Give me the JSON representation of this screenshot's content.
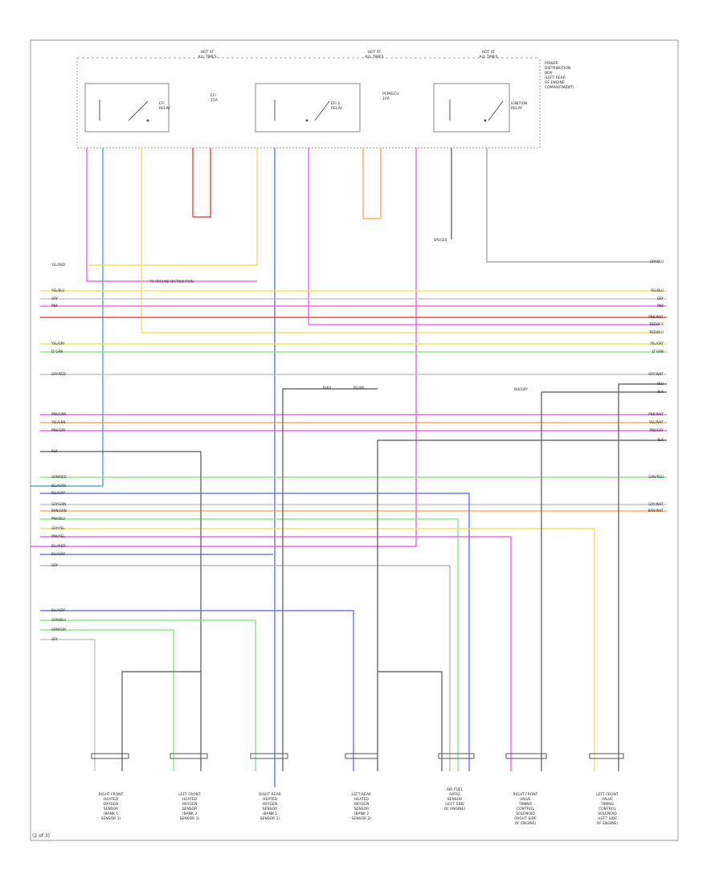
{
  "page_tag": "(2 of 3)",
  "header_labels": [
    {
      "id": "hot-at-all-times-1",
      "line1": "HOT AT",
      "line2": "ALL TIMES"
    },
    {
      "id": "hot-at-all-times-2",
      "line1": "HOT AT",
      "line2": "ALL TIMES"
    },
    {
      "id": "hot-at-all-times-3",
      "line1": "HOT AT",
      "line2": "ALL TIMES"
    }
  ],
  "pcm_block_label": [
    "POWER",
    "DISTRIBUTION",
    "BOX",
    "(LEFT REAR",
    "OF ENGINE",
    "COMPARTMENT)"
  ],
  "relays": [
    {
      "id": "relay-1",
      "label": "EFI",
      "sub": "RELAY"
    },
    {
      "id": "relay-2",
      "label": "EFI 2",
      "sub": "RELAY"
    },
    {
      "id": "relay-3",
      "label": "IGNITION",
      "sub": "RELAY"
    }
  ],
  "fuses": [
    {
      "id": "fuse-1",
      "label": "EFI",
      "sub": "15A"
    },
    {
      "id": "fuse-2",
      "label": "PCM/ECU",
      "sub": "10A"
    }
  ],
  "connector_note": "TO GROUND DISTRIBUTION",
  "splice_note": "SPLICES",
  "left_wire_labels": [
    "YEL/RED",
    "YEL/BLU",
    "GRY",
    "PNK",
    "YEL/GRY",
    "LT GRN",
    "GRY/RED",
    "PNK/GRN",
    "YEL/GRN",
    "PNK/GRY",
    "BLK",
    "GRN/RED",
    "BLU/GRN",
    "BLU/GRY",
    "GRY/GRN",
    "BRN/GRN",
    "PNK/BLU",
    "GRY/YEL",
    "PNK/YEL",
    "BLU/RED",
    "BLU/GRY",
    "GRY",
    "BLU/GRY",
    "GRN/BLU",
    "GRN/GRY",
    "GRY"
  ],
  "right_wire_labels": [
    "GRY/BLU",
    "YEL/BLU",
    "GRY",
    "PNK",
    "PNK/WHT",
    "RED/BLK",
    "RED/BLU",
    "YEL/GRY",
    "LT GRN",
    "GRY/WHT",
    "BLU",
    "BLK",
    "PNK/WHT",
    "YEL/WHT",
    "PNK/GRY",
    "BLK",
    "GRN/RED",
    "GRY/WHT",
    "BRN/WHT"
  ],
  "center_notes": [
    "BLK/L",
    "BLU/W",
    "BLK/GRY"
  ],
  "components": [
    {
      "id": "sensor-1",
      "lines": [
        "RIGHT FRONT",
        "HEATED",
        "OXYGEN",
        "SENSOR",
        "(BANK 1",
        "SENSOR 1)"
      ]
    },
    {
      "id": "sensor-2",
      "lines": [
        "LEFT FRONT",
        "HEATED",
        "OXYGEN",
        "SENSOR",
        "(BANK 2",
        "SENSOR 1)"
      ]
    },
    {
      "id": "sensor-3",
      "lines": [
        "RIGHT REAR",
        "HEATED",
        "OXYGEN",
        "SENSOR",
        "(BANK 1",
        "SENSOR 2)"
      ]
    },
    {
      "id": "sensor-4",
      "lines": [
        "LEFT REAR",
        "HEATED",
        "OXYGEN",
        "SENSOR",
        "(BANK 2",
        "SENSOR 2)"
      ]
    },
    {
      "id": "sensor-5",
      "lines": [
        "AIR FUEL",
        "RATIO",
        "SENSOR",
        "(LEFT SIDE",
        "OF ENGINE)"
      ]
    },
    {
      "id": "sensor-6",
      "lines": [
        "RIGHT FRONT",
        "VALVE",
        "TIMING",
        "CONTROL",
        "SOLENOID",
        "(RIGHT SIDE",
        "OF ENGINE)"
      ]
    },
    {
      "id": "sensor-7",
      "lines": [
        "LEFT FRONT",
        "VALVE",
        "TIMING",
        "CONTROL",
        "SOLENOID",
        "(LEFT SIDE",
        "OF ENGINE)"
      ]
    }
  ],
  "colors": {
    "red": "#ee2a2a",
    "yellow": "#e8e040",
    "pink": "#f04ce6",
    "blue": "#5060f0",
    "teal": "#2fa3a0",
    "green": "#7ee07e",
    "orange": "#f0a24a",
    "gray": "#888888",
    "dark": "#555555",
    "brown": "#c89060",
    "frame": "#999999"
  }
}
